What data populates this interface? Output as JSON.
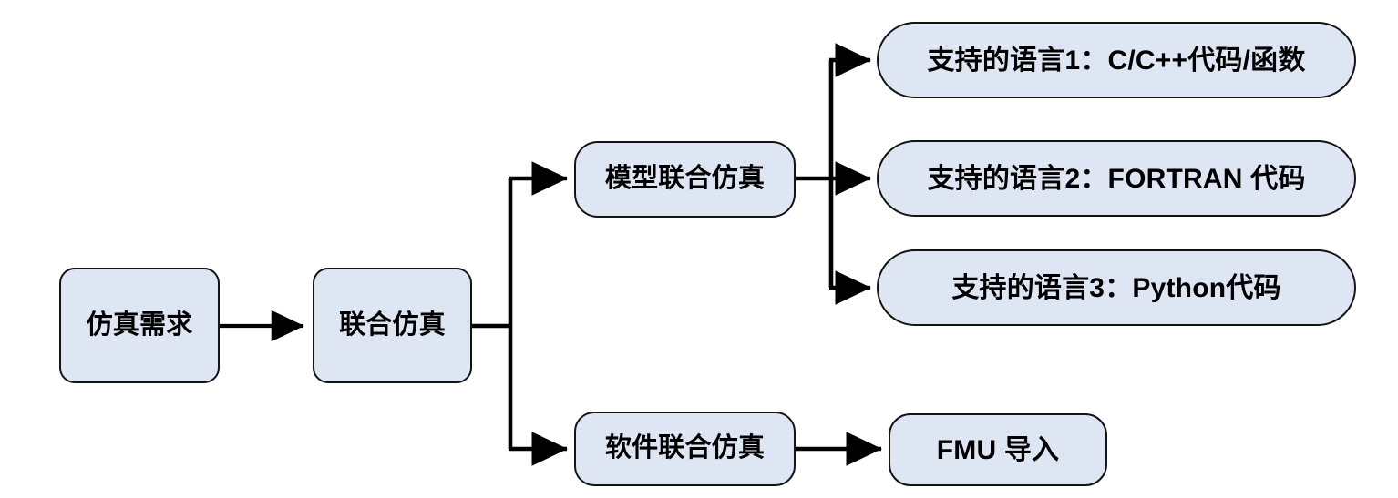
{
  "diagram": {
    "type": "flowchart",
    "title": "",
    "orientation": "left-to-right",
    "colors": {
      "node_fill": "#dde6f2",
      "node_border": "#141414",
      "connector": "#000000",
      "text": "#000000",
      "background": "#ffffff"
    },
    "nodes": [
      {
        "id": "need",
        "label": "仿真需求",
        "shape": "rounded-rectangle",
        "column": 1
      },
      {
        "id": "cosim",
        "label": "联合仿真",
        "shape": "rounded-rectangle",
        "column": 2
      },
      {
        "id": "model_cosim",
        "label": "模型联合仿真",
        "shape": "stadium",
        "column": 3
      },
      {
        "id": "sw_cosim",
        "label": "软件联合仿真",
        "shape": "stadium",
        "column": 3
      },
      {
        "id": "lang1",
        "label": "支持的语言1：C/C++代码/函数",
        "shape": "stadium",
        "column": 4
      },
      {
        "id": "lang2",
        "label": "支持的语言2：FORTRAN 代码",
        "shape": "stadium",
        "column": 4
      },
      {
        "id": "lang3",
        "label": "支持的语言3：Python代码",
        "shape": "stadium",
        "column": 4
      },
      {
        "id": "fmu",
        "label": "FMU 导入",
        "shape": "stadium",
        "column": 4
      }
    ],
    "edges": [
      {
        "from": "need",
        "to": "cosim",
        "style": "straight-arrow"
      },
      {
        "from": "cosim",
        "to": "model_cosim",
        "style": "elbow-arrow"
      },
      {
        "from": "cosim",
        "to": "sw_cosim",
        "style": "elbow-arrow"
      },
      {
        "from": "model_cosim",
        "to": "lang1",
        "style": "elbow-arrow"
      },
      {
        "from": "model_cosim",
        "to": "lang2",
        "style": "straight-arrow"
      },
      {
        "from": "model_cosim",
        "to": "lang3",
        "style": "elbow-arrow"
      },
      {
        "from": "sw_cosim",
        "to": "fmu",
        "style": "straight-arrow"
      }
    ]
  }
}
